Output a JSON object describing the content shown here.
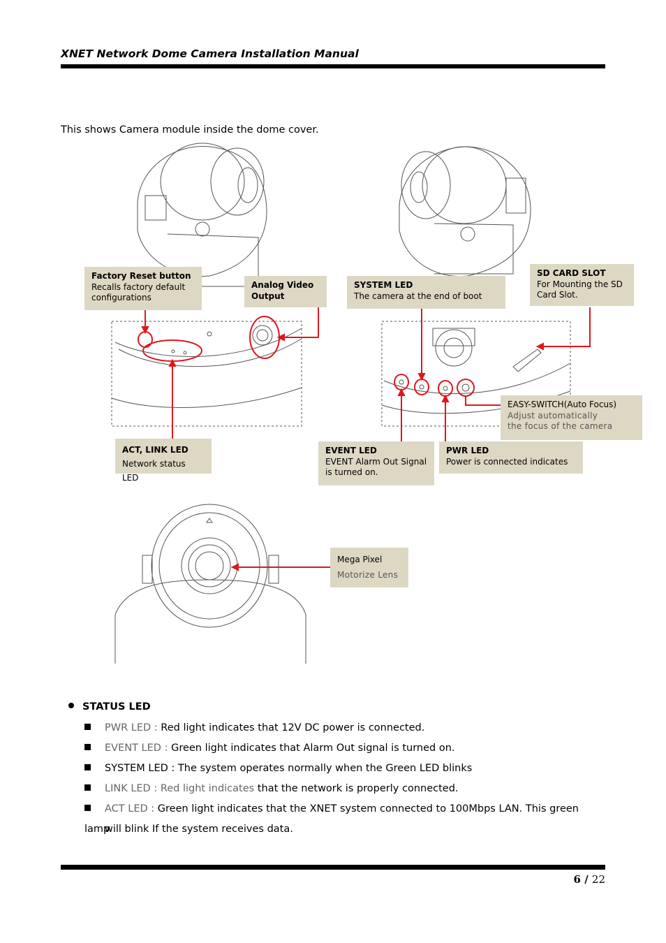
{
  "header": {
    "title": "XNET Network Dome Camera Installation Manual"
  },
  "intro": "This shows Camera module inside the dome cover.",
  "callouts": {
    "factory_reset": {
      "title": "Factory Reset button",
      "body": "Recalls factory default configurations"
    },
    "analog_video": {
      "title": "Analog Video Output"
    },
    "system_led": {
      "title": "SYSTEM LED",
      "body": "The camera at the end of boot"
    },
    "sd_card": {
      "title": "SD CARD SLOT",
      "body": "For Mounting the SD Card Slot."
    },
    "easy_switch": {
      "title": "EASY-SWITCH(Auto Focus)",
      "body1": "Adjust automatically",
      "body2": "the focus of the camera"
    },
    "act_link": {
      "title": "ACT, LINK LED",
      "body": "Network status LED"
    },
    "event_led": {
      "title": "EVENT LED",
      "body": "EVENT Alarm Out Signal is turned on."
    },
    "pwr_led": {
      "title": "PWR LED",
      "body": "Power is connected indicates"
    },
    "mega_pixel": {
      "title": "Mega Pixel",
      "body": "Motorize Lens"
    }
  },
  "status": {
    "heading": "STATUS LED",
    "items": [
      {
        "label": "PWR LED :",
        "text": " Red light indicates that 12V DC power is connected."
      },
      {
        "label": "EVENT LED :",
        "text": " Green light indicates that Alarm Out signal is turned on."
      },
      {
        "label": "SYSTEM LED :",
        "text": " The system operates normally when the Green LED blinks"
      },
      {
        "label": "LINK LED : Red light indicates",
        "text": " that the network is properly connected."
      },
      {
        "label": "ACT LED :",
        "text": " Green light indicates that the XNET system connected to 100Mbps LAN. This green lamp",
        "text2": "will blink If the system receives data."
      }
    ]
  },
  "footer": {
    "page": "6",
    "sep": " / ",
    "total": "22"
  },
  "colors": {
    "callout_bg": "#ddd8c3",
    "marker_red": "#e0161c"
  }
}
